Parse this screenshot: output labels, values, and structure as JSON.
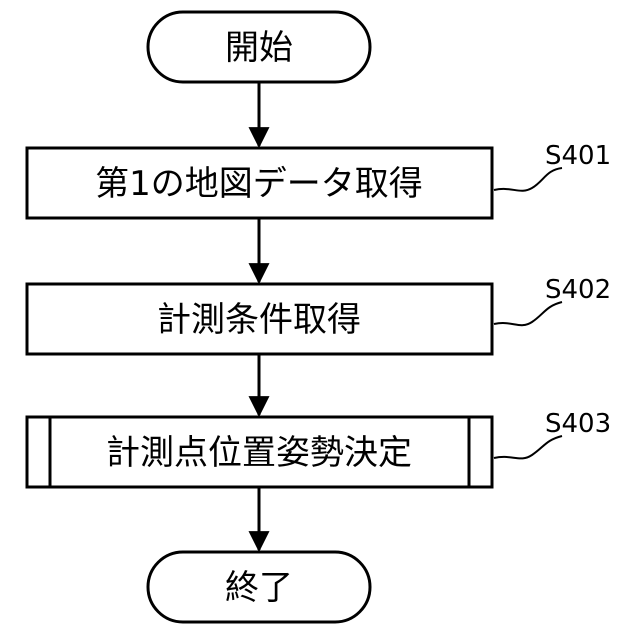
{
  "flowchart": {
    "start": {
      "text": "開始"
    },
    "steps": [
      {
        "text": "第1の地図データ取得",
        "label": "S401",
        "kind": "process"
      },
      {
        "text": "計測条件取得",
        "label": "S402",
        "kind": "process"
      },
      {
        "text": "計測点位置姿勢決定",
        "label": "S403",
        "kind": "predefined-process"
      }
    ],
    "end": {
      "text": "終了"
    }
  }
}
